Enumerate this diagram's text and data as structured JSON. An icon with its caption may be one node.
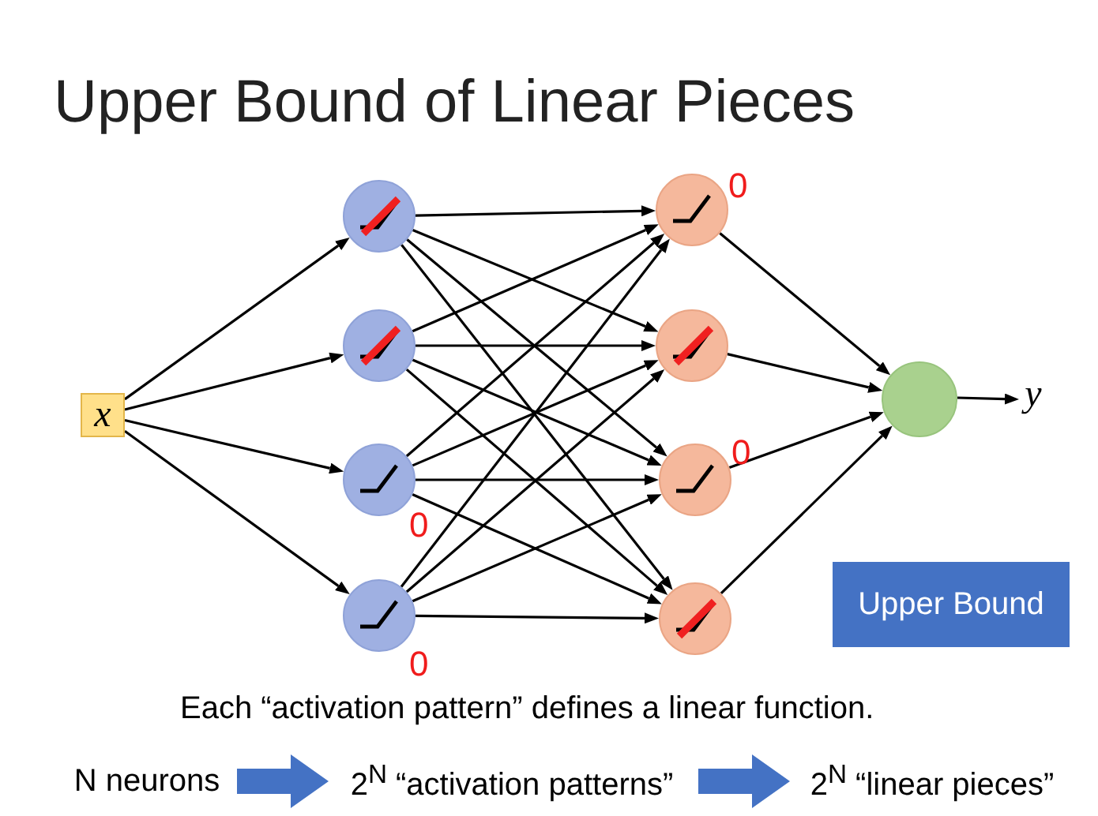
{
  "diagram": {
    "title": "Upper Bound of Linear Pieces",
    "nodes": [
      {
        "text": [
          "x"
        ]
      },
      {
        "text": [],
        "shape": "circle"
      },
      {
        "text": [],
        "shape": "circle"
      },
      {
        "text": [],
        "shape": "circle",
        "beside": [
          "0"
        ]
      },
      {
        "text": [],
        "shape": "circle",
        "beside": [
          "0"
        ]
      },
      {
        "text": [],
        "shape": "circle",
        "beside": [
          "0"
        ]
      },
      {
        "text": [],
        "shape": "circle"
      },
      {
        "text": [],
        "shape": "circle",
        "beside": [
          "0"
        ]
      },
      {
        "text": [],
        "shape": "circle"
      },
      {
        "text": [],
        "shape": "circle"
      },
      {
        "text": [
          "y"
        ]
      },
      {
        "text": [
          "N neurons"
        ]
      },
      {
        "text": [
          "2$^{N}$ “activation patterns”"
        ]
      },
      {
        "text": [
          "2$^{N}$ “linear pieces”"
        ]
      },
      {
        "text": [
          "Upper Bound"
        ]
      }
    ],
    "edges": [
      {
        "from": 0,
        "to": 1,
        "arrow": "to"
      },
      {
        "from": 0,
        "to": 2,
        "arrow": "to"
      },
      {
        "from": 0,
        "to": 3,
        "arrow": "to"
      },
      {
        "from": 0,
        "to": 4,
        "arrow": "to"
      },
      {
        "from": 1,
        "to": 5,
        "arrow": "to"
      },
      {
        "from": 1,
        "to": 6,
        "arrow": "to"
      },
      {
        "from": 1,
        "to": 7,
        "arrow": "to"
      },
      {
        "from": 1,
        "to": 8,
        "arrow": "to"
      },
      {
        "from": 2,
        "to": 5,
        "arrow": "to"
      },
      {
        "from": 2,
        "to": 6,
        "arrow": "to"
      },
      {
        "from": 2,
        "to": 7,
        "arrow": "to"
      },
      {
        "from": 2,
        "to": 8,
        "arrow": "to"
      },
      {
        "from": 3,
        "to": 5,
        "arrow": "to"
      },
      {
        "from": 3,
        "to": 6,
        "arrow": "to"
      },
      {
        "from": 3,
        "to": 7,
        "arrow": "to"
      },
      {
        "from": 3,
        "to": 8,
        "arrow": "to"
      },
      {
        "from": 4,
        "to": 5,
        "arrow": "to"
      },
      {
        "from": 4,
        "to": 6,
        "arrow": "to"
      },
      {
        "from": 4,
        "to": 7,
        "arrow": "to"
      },
      {
        "from": 4,
        "to": 8,
        "arrow": "to"
      },
      {
        "from": 5,
        "to": 9,
        "arrow": "to"
      },
      {
        "from": 6,
        "to": 9,
        "arrow": "to"
      },
      {
        "from": 7,
        "to": 9,
        "arrow": "to"
      },
      {
        "from": 8,
        "to": 9,
        "arrow": "to"
      },
      {
        "from": 9,
        "to": 10,
        "arrow": "to"
      },
      {
        "from": 11,
        "to": 12,
        "arrow": "to",
        "style": "thick",
        "color": "#4472c4"
      },
      {
        "from": 12,
        "to": 13,
        "arrow": "to",
        "style": "thick",
        "color": "#4472c4"
      }
    ],
    "labels": [
      "Each “activation pattern” defines a linear function."
    ]
  }
}
